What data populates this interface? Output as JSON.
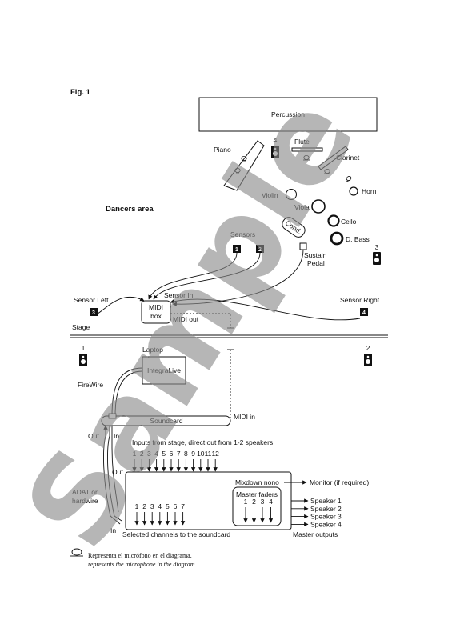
{
  "figure": {
    "label": "Fig. 1",
    "watermark": "Sample"
  },
  "stage": {
    "percussion": "Percussion",
    "flute": "Flute",
    "clarinet": "Clarinet",
    "piano": "Piano",
    "horn": "Horn",
    "violin": "Violin",
    "viola": "Viola",
    "cello": "Cello",
    "double_bass": "D. Bass",
    "conductor": "Cond.",
    "dancers_area": "Dancers area",
    "sensors": "Sensors",
    "sustain_pedal_line1": "Sustain",
    "sustain_pedal_line2": "Pedal",
    "sensor_left": "Sensor Left",
    "sensor_right": "Sensor Right",
    "stage_label": "Stage",
    "sensor_in": "Sensor In",
    "midi_box_line1": "MIDI",
    "midi_box_line2": "box",
    "midi_out": "MIDI out",
    "sensor_badges": [
      "1",
      "2",
      "3",
      "4"
    ],
    "speaker_numbers": [
      "1",
      "2",
      "3",
      "4"
    ]
  },
  "control": {
    "laptop": "Laptop",
    "integralive": "IntegraLive",
    "firewire": "FireWire",
    "soundcard": "Soundcard",
    "midi_in": "MIDI in",
    "out": "Out",
    "in": "In",
    "adat_line1": "ADAT or",
    "adat_line2": "hardwire",
    "inputs_from_stage": "Inputs from stage, direct out from 1-2 speakers",
    "input_channels": [
      "1",
      "2",
      "3",
      "4",
      "5",
      "6",
      "7",
      "8",
      "9",
      "10",
      "11",
      "12"
    ],
    "mixer_out": "Out",
    "mixer_in": "In",
    "mixdown_mono": "Mixdown nono",
    "monitor": "Monitor (if required)",
    "master_faders": "Master faders",
    "fader_numbers": [
      "1",
      "2",
      "3",
      "4"
    ],
    "selected_channels": [
      "1",
      "2",
      "3",
      "4",
      "5",
      "6",
      "7"
    ],
    "selected_channels_label": "Selected channels to the soundcard",
    "speaker_outputs": [
      "Speaker 1",
      "Speaker 2",
      "Speaker 3",
      "Speaker 4"
    ],
    "master_outputs": "Master outputs"
  },
  "legend": {
    "spanish": "Representa el micrófono en el diagrama.",
    "english": "represents the  microphone in the diagram ."
  }
}
